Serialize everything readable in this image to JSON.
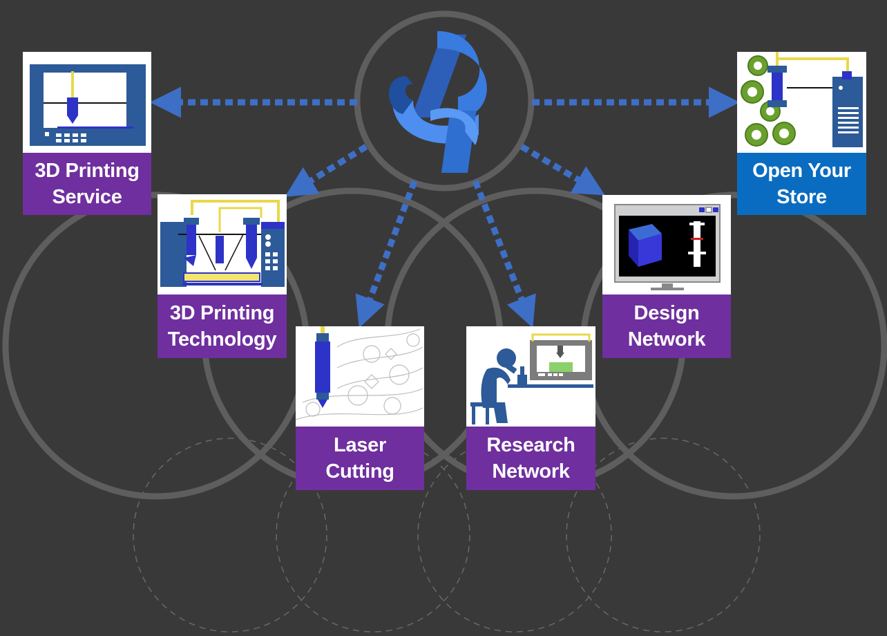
{
  "colors": {
    "background": "#3a3939",
    "ring": "#5f5e5e",
    "arrow": "#3e6fc6",
    "caption_purple": "#6f2f9e",
    "caption_blue": "#0a6cc0",
    "logo_blue": "#2f6fd0"
  },
  "hub": {
    "logo_icon": "3d-printing-network-logo-icon"
  },
  "nodes": [
    {
      "id": "printing-service",
      "line1": "3D Printing",
      "line2": "Service",
      "icon": "printer-3d-icon",
      "caption_color": "#6f2f9e"
    },
    {
      "id": "open-store",
      "line1": "Open Your",
      "line2": "Store",
      "icon": "store-gears-icon",
      "caption_color": "#0a6cc0"
    },
    {
      "id": "printing-technology",
      "line1": "3D Printing",
      "line2": "Technology",
      "icon": "multi-nozzle-printer-icon",
      "caption_color": "#6f2f9e"
    },
    {
      "id": "design-network",
      "line1": "Design",
      "line2": "Network",
      "icon": "cad-monitor-icon",
      "caption_color": "#6f2f9e"
    },
    {
      "id": "laser-cutting",
      "line1": "Laser",
      "line2": "Cutting",
      "icon": "laser-cutter-icon",
      "caption_color": "#6f2f9e"
    },
    {
      "id": "research-network",
      "line1": "Research",
      "line2": "Network",
      "icon": "researcher-microscope-icon",
      "caption_color": "#6f2f9e"
    }
  ]
}
